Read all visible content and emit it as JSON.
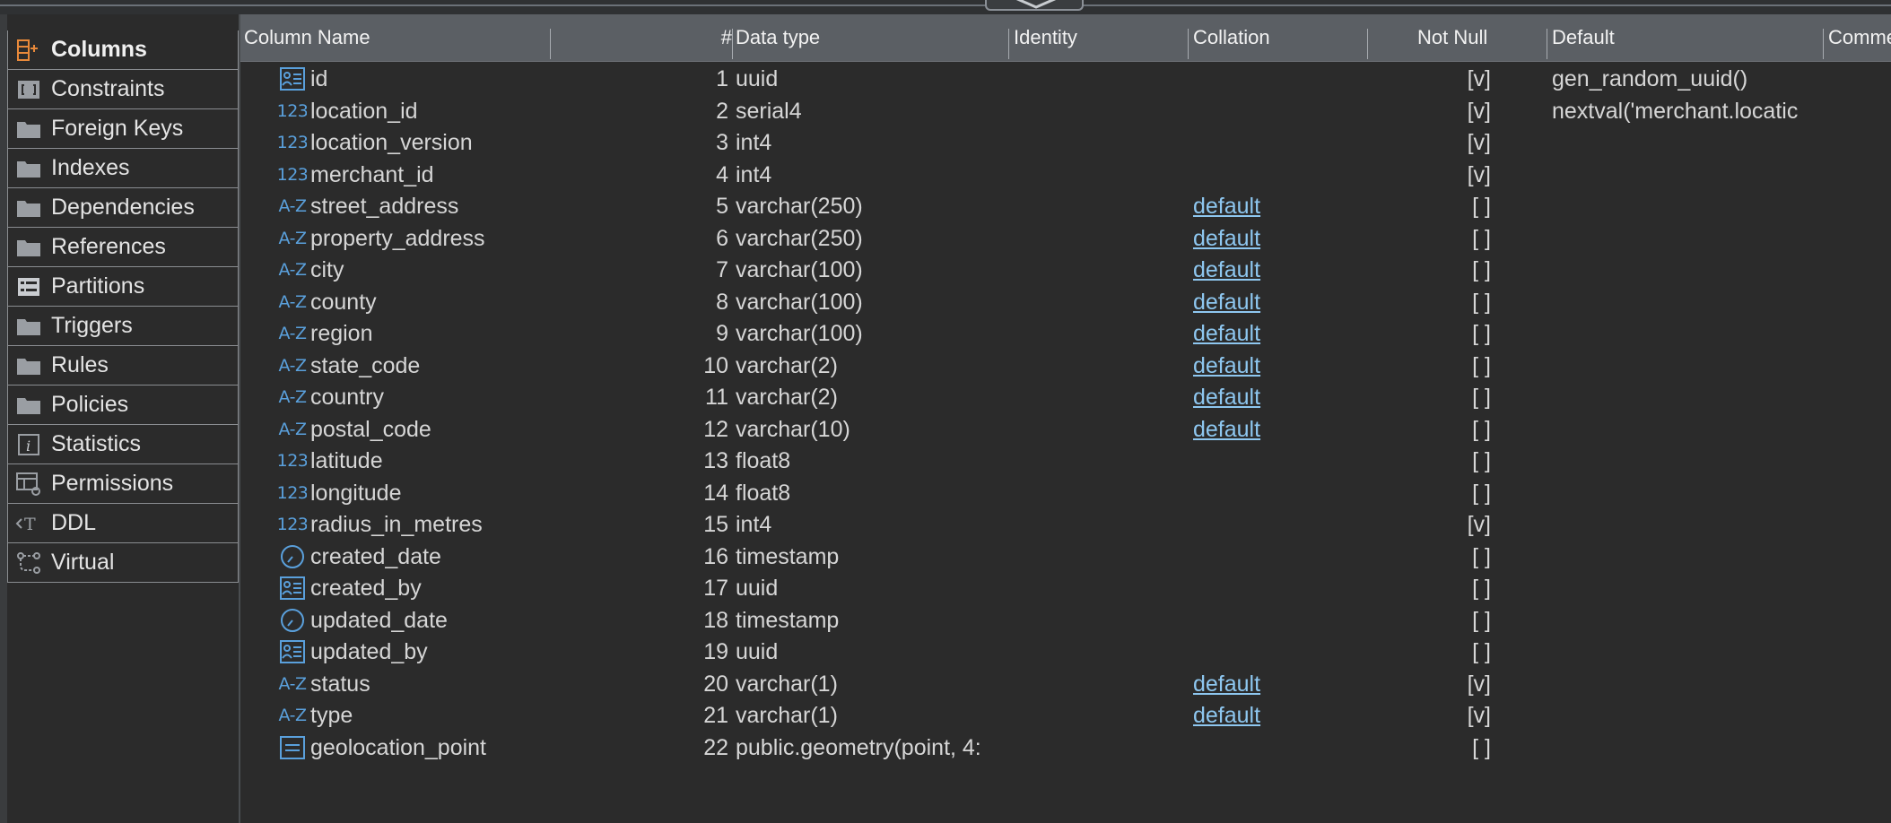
{
  "sidebar": {
    "items": [
      {
        "label": "Columns",
        "icon": "columns-icon",
        "active": true
      },
      {
        "label": "Constraints",
        "icon": "constraints-icon",
        "active": false
      },
      {
        "label": "Foreign Keys",
        "icon": "folder-icon",
        "active": false
      },
      {
        "label": "Indexes",
        "icon": "folder-icon",
        "active": false
      },
      {
        "label": "Dependencies",
        "icon": "folder-icon",
        "active": false
      },
      {
        "label": "References",
        "icon": "folder-icon",
        "active": false
      },
      {
        "label": "Partitions",
        "icon": "partitions-icon",
        "active": false
      },
      {
        "label": "Triggers",
        "icon": "folder-icon",
        "active": false
      },
      {
        "label": "Rules",
        "icon": "folder-icon",
        "active": false
      },
      {
        "label": "Policies",
        "icon": "folder-icon",
        "active": false
      },
      {
        "label": "Statistics",
        "icon": "statistics-icon",
        "active": false
      },
      {
        "label": "Permissions",
        "icon": "permissions-icon",
        "active": false
      },
      {
        "label": "DDL",
        "icon": "ddl-icon",
        "active": false
      },
      {
        "label": "Virtual",
        "icon": "virtual-icon",
        "active": false
      }
    ]
  },
  "grid": {
    "headers": {
      "column_name": "Column Name",
      "num": "#",
      "data_type": "Data type",
      "identity": "Identity",
      "collation": "Collation",
      "not_null": "Not Null",
      "default": "Default",
      "comment": "Comme"
    },
    "rows": [
      {
        "icon": "uuid",
        "name": "id",
        "num": "1",
        "type": "uuid",
        "collation": "",
        "not_null": "[v]",
        "default": "gen_random_uuid()"
      },
      {
        "icon": "num",
        "name": "location_id",
        "num": "2",
        "type": "serial4",
        "collation": "",
        "not_null": "[v]",
        "default": "nextval('merchant.locatic"
      },
      {
        "icon": "num",
        "name": "location_version",
        "num": "3",
        "type": "int4",
        "collation": "",
        "not_null": "[v]",
        "default": ""
      },
      {
        "icon": "num",
        "name": "merchant_id",
        "num": "4",
        "type": "int4",
        "collation": "",
        "not_null": "[v]",
        "default": ""
      },
      {
        "icon": "text",
        "name": "street_address",
        "num": "5",
        "type": "varchar(250)",
        "collation": "default",
        "not_null": "[ ]",
        "default": ""
      },
      {
        "icon": "text",
        "name": "property_address",
        "num": "6",
        "type": "varchar(250)",
        "collation": "default",
        "not_null": "[ ]",
        "default": ""
      },
      {
        "icon": "text",
        "name": "city",
        "num": "7",
        "type": "varchar(100)",
        "collation": "default",
        "not_null": "[ ]",
        "default": ""
      },
      {
        "icon": "text",
        "name": "county",
        "num": "8",
        "type": "varchar(100)",
        "collation": "default",
        "not_null": "[ ]",
        "default": ""
      },
      {
        "icon": "text",
        "name": "region",
        "num": "9",
        "type": "varchar(100)",
        "collation": "default",
        "not_null": "[ ]",
        "default": ""
      },
      {
        "icon": "text",
        "name": "state_code",
        "num": "10",
        "type": "varchar(2)",
        "collation": "default",
        "not_null": "[ ]",
        "default": ""
      },
      {
        "icon": "text",
        "name": "country",
        "num": "11",
        "type": "varchar(2)",
        "collation": "default",
        "not_null": "[ ]",
        "default": ""
      },
      {
        "icon": "text",
        "name": "postal_code",
        "num": "12",
        "type": "varchar(10)",
        "collation": "default",
        "not_null": "[ ]",
        "default": ""
      },
      {
        "icon": "num",
        "name": "latitude",
        "num": "13",
        "type": "float8",
        "collation": "",
        "not_null": "[ ]",
        "default": ""
      },
      {
        "icon": "num",
        "name": "longitude",
        "num": "14",
        "type": "float8",
        "collation": "",
        "not_null": "[ ]",
        "default": ""
      },
      {
        "icon": "num",
        "name": "radius_in_metres",
        "num": "15",
        "type": "int4",
        "collation": "",
        "not_null": "[v]",
        "default": ""
      },
      {
        "icon": "clock",
        "name": "created_date",
        "num": "16",
        "type": "timestamp",
        "collation": "",
        "not_null": "[ ]",
        "default": ""
      },
      {
        "icon": "uuid",
        "name": "created_by",
        "num": "17",
        "type": "uuid",
        "collation": "",
        "not_null": "[ ]",
        "default": ""
      },
      {
        "icon": "clock",
        "name": "updated_date",
        "num": "18",
        "type": "timestamp",
        "collation": "",
        "not_null": "[ ]",
        "default": ""
      },
      {
        "icon": "uuid",
        "name": "updated_by",
        "num": "19",
        "type": "uuid",
        "collation": "",
        "not_null": "[ ]",
        "default": ""
      },
      {
        "icon": "text",
        "name": "status",
        "num": "20",
        "type": "varchar(1)",
        "collation": "default",
        "not_null": "[v]",
        "default": ""
      },
      {
        "icon": "text",
        "name": "type",
        "num": "21",
        "type": "varchar(1)",
        "collation": "default",
        "not_null": "[v]",
        "default": ""
      },
      {
        "icon": "geometry",
        "name": "geolocation_point",
        "num": "22",
        "type": "public.geometry(point, 4:",
        "collation": "",
        "not_null": "[ ]",
        "default": ""
      }
    ]
  },
  "colors": {
    "accent_orange": "#e8893a",
    "icon_blue": "#5aa0dc",
    "link_blue": "#8ec7f0",
    "header_bg": "#5b5f64",
    "body_bg": "#2b2b2b"
  }
}
